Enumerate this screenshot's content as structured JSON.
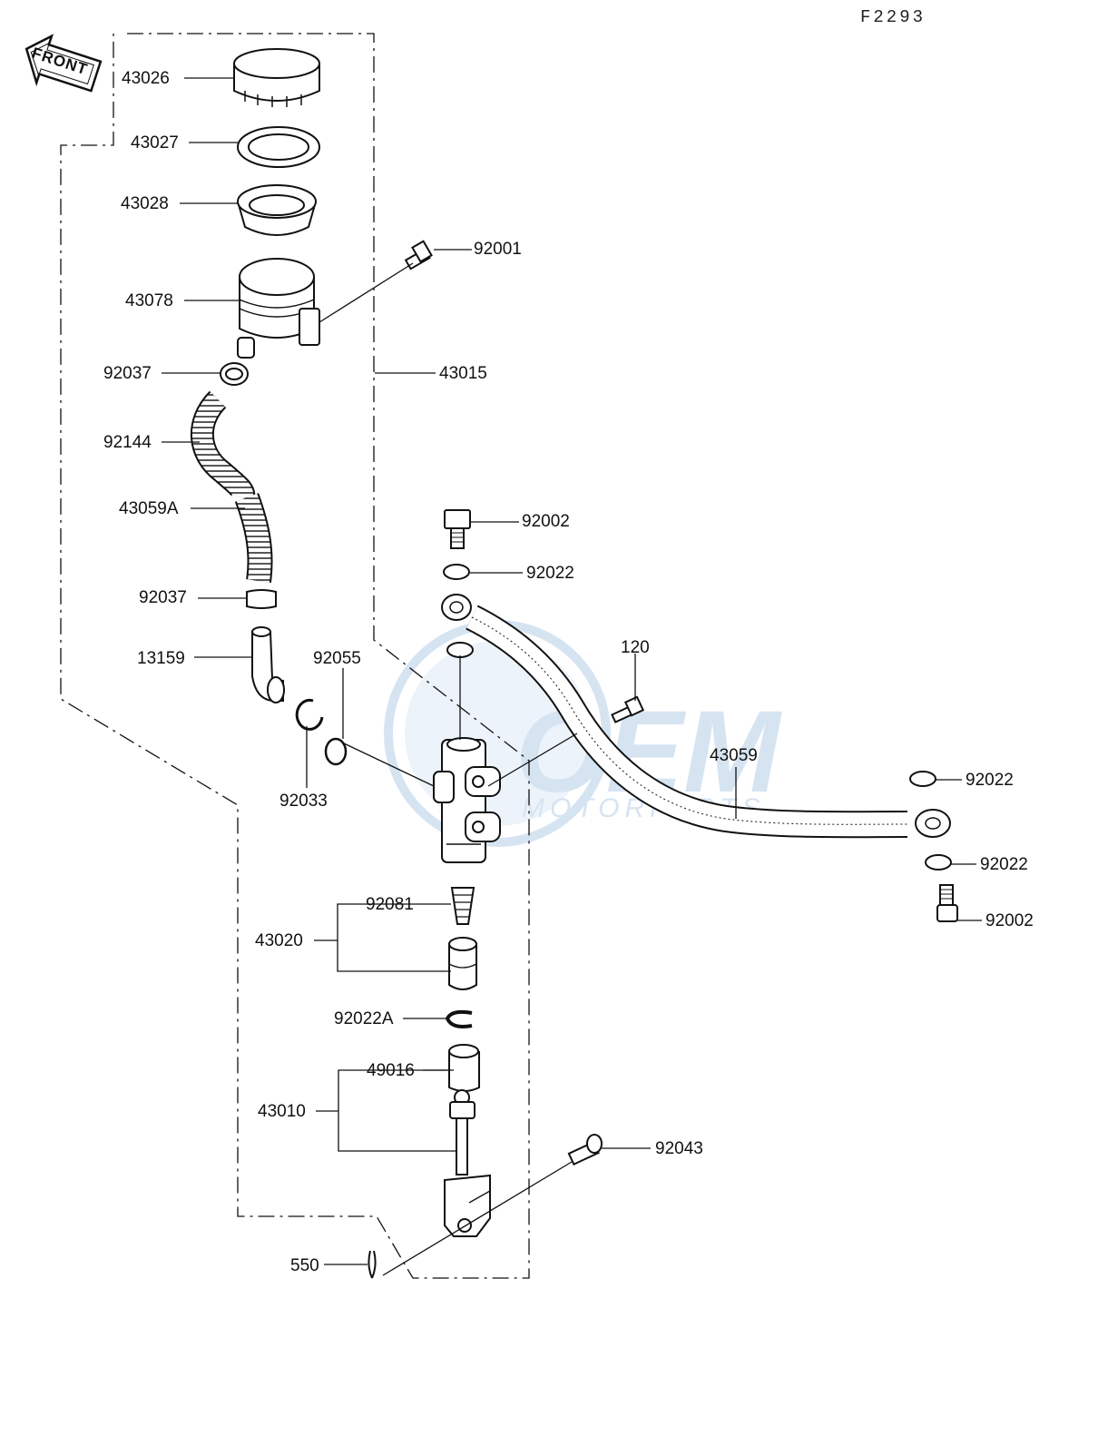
{
  "diagram_code": "F2293",
  "front_arrow": {
    "label": "FRONT"
  },
  "watermark": {
    "brand": "OEM",
    "sub": "MOTORPARTS",
    "color": "#4a86c8"
  },
  "parts": [
    {
      "id": "p43026",
      "label": "43026"
    },
    {
      "id": "p43027",
      "label": "43027"
    },
    {
      "id": "p43028",
      "label": "43028"
    },
    {
      "id": "p92001",
      "label": "92001"
    },
    {
      "id": "p43078",
      "label": "43078"
    },
    {
      "id": "p92037a",
      "label": "92037"
    },
    {
      "id": "p43015",
      "label": "43015"
    },
    {
      "id": "p92144",
      "label": "92144"
    },
    {
      "id": "p43059A",
      "label": "43059A"
    },
    {
      "id": "p92002a",
      "label": "92002"
    },
    {
      "id": "p92022a",
      "label": "92022"
    },
    {
      "id": "p92037b",
      "label": "92037"
    },
    {
      "id": "p120",
      "label": "120"
    },
    {
      "id": "p13159",
      "label": "13159"
    },
    {
      "id": "p92055",
      "label": "92055"
    },
    {
      "id": "p43059",
      "label": "43059"
    },
    {
      "id": "p92022b",
      "label": "92022"
    },
    {
      "id": "p92033",
      "label": "92033"
    },
    {
      "id": "p92022c",
      "label": "92022"
    },
    {
      "id": "p92081",
      "label": "92081"
    },
    {
      "id": "p92002b",
      "label": "92002"
    },
    {
      "id": "p43020",
      "label": "43020"
    },
    {
      "id": "p92022A",
      "label": "92022A"
    },
    {
      "id": "p49016",
      "label": "49016"
    },
    {
      "id": "p43010",
      "label": "43010"
    },
    {
      "id": "p92043",
      "label": "92043"
    },
    {
      "id": "p550",
      "label": "550"
    }
  ]
}
